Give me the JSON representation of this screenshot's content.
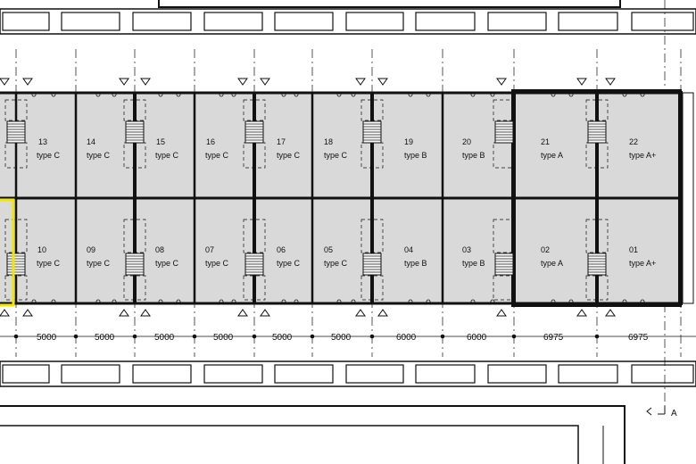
{
  "units_top": [
    {
      "num": "13",
      "type": "type C"
    },
    {
      "num": "14",
      "type": "type C"
    },
    {
      "num": "15",
      "type": "type C"
    },
    {
      "num": "16",
      "type": "type C"
    },
    {
      "num": "17",
      "type": "type C"
    },
    {
      "num": "18",
      "type": "type C"
    },
    {
      "num": "19",
      "type": "type B"
    },
    {
      "num": "20",
      "type": "type B"
    },
    {
      "num": "21",
      "type": "type A"
    },
    {
      "num": "22",
      "type": "type A+"
    }
  ],
  "units_bottom": [
    {
      "num": "10",
      "type": "type C"
    },
    {
      "num": "09",
      "type": "type C"
    },
    {
      "num": "08",
      "type": "type C"
    },
    {
      "num": "07",
      "type": "type C"
    },
    {
      "num": "06",
      "type": "type C"
    },
    {
      "num": "05",
      "type": "type C"
    },
    {
      "num": "04",
      "type": "type B"
    },
    {
      "num": "03",
      "type": "type B"
    },
    {
      "num": "02",
      "type": "type A"
    },
    {
      "num": "01",
      "type": "type A+"
    }
  ],
  "dimensions": [
    "5000",
    "5000",
    "5000",
    "5000",
    "5000",
    "5000",
    "6000",
    "6000",
    "6975",
    "6975"
  ],
  "section_marker": "A",
  "colors": {
    "unit_fill": "#d9d9d9",
    "wall": "#111111",
    "highlight": "#f2e600"
  }
}
